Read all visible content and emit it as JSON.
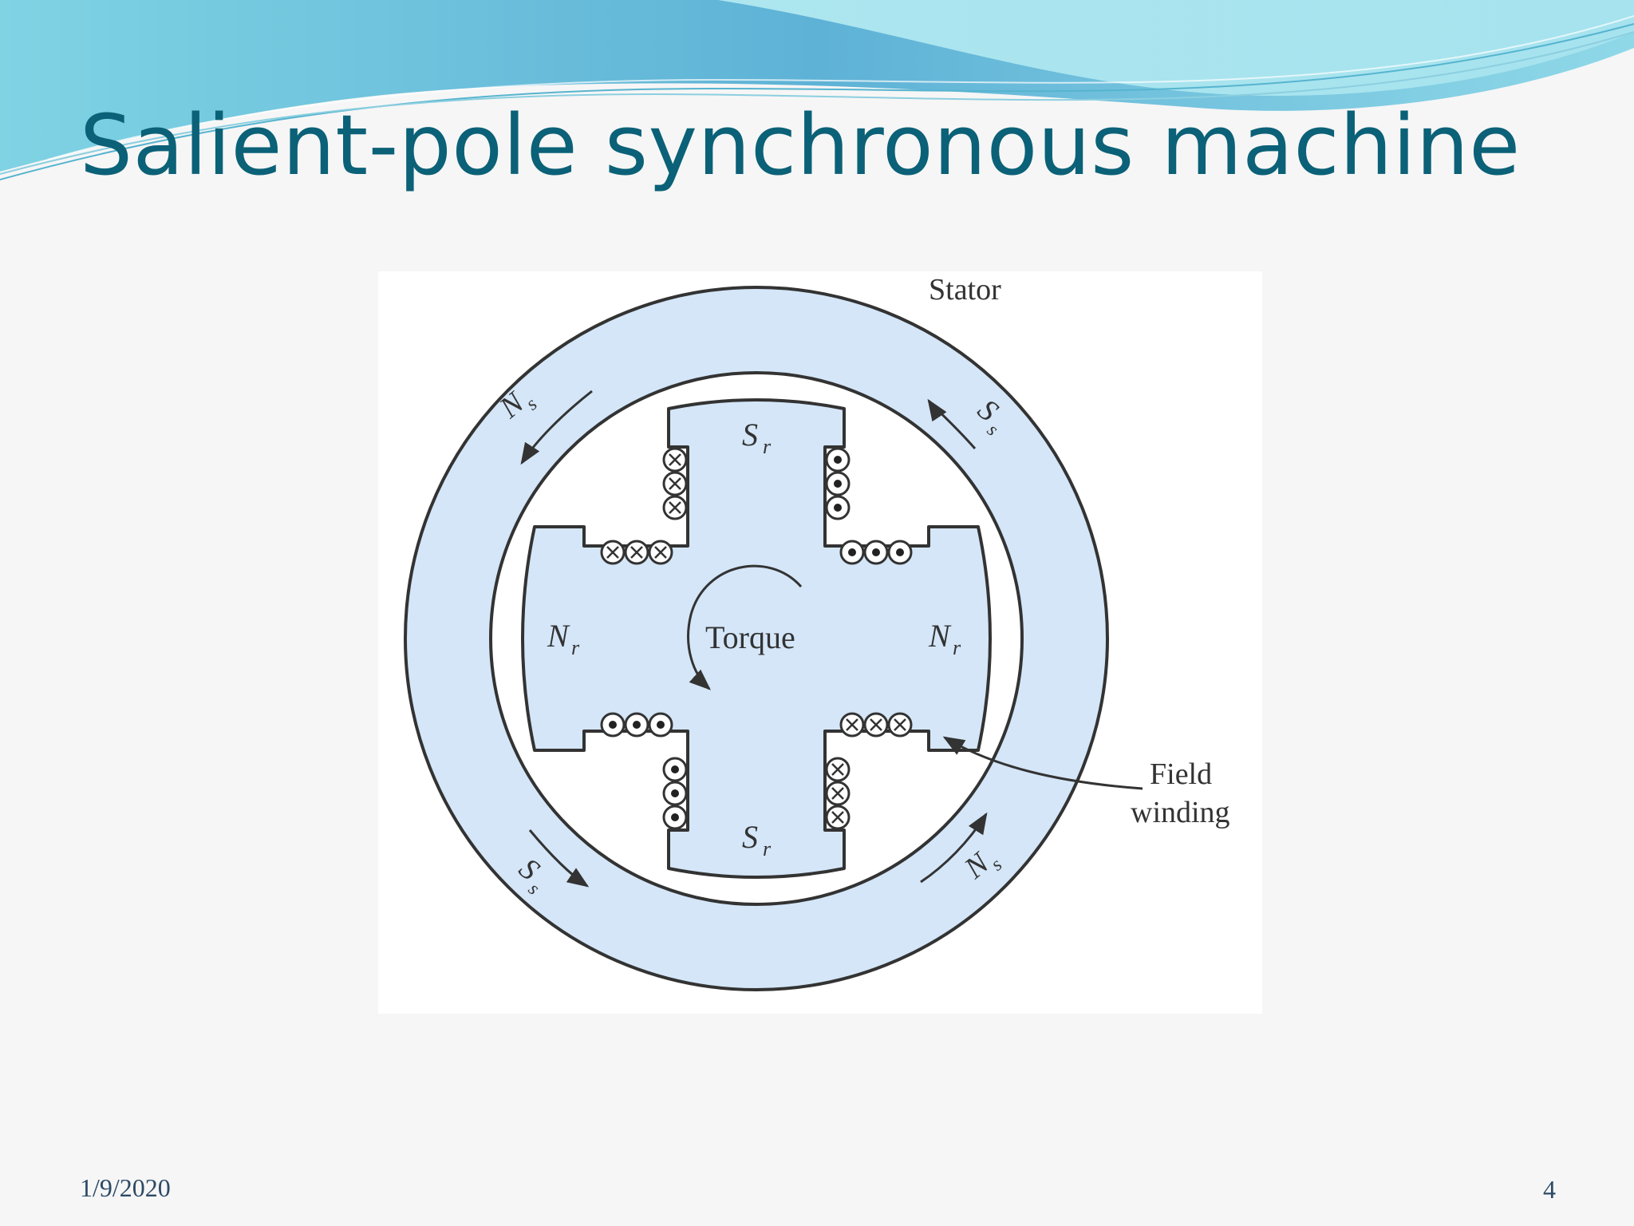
{
  "slide": {
    "title": "Salient-pole synchronous machine",
    "date": "1/9/2020",
    "page_number": "4"
  },
  "figure": {
    "labels": {
      "stator": "Stator",
      "torque": "Torque",
      "field_winding_line1": "Field",
      "field_winding_line2": "winding",
      "rotor_north": "N",
      "rotor_south": "S",
      "stator_north": "N",
      "stator_south": "S",
      "rotor_subscript": "r",
      "stator_subscript": "s"
    }
  },
  "colors": {
    "title": "#0b6177",
    "iron_fill": "#d4e6f8",
    "outline": "#333333",
    "wave_dark": "#5fb6d8",
    "wave_light": "#9fdce8"
  }
}
